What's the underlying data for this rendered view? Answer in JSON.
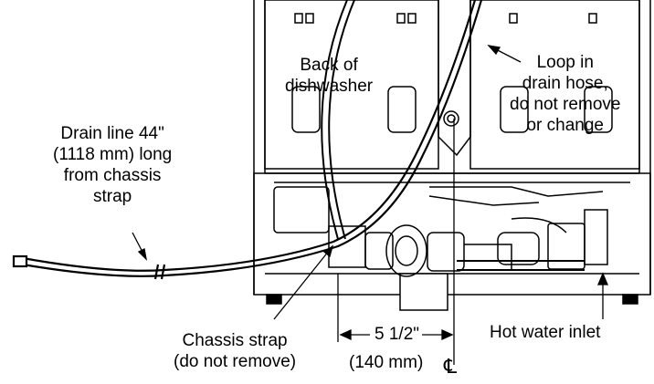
{
  "labels": {
    "back_of_dishwasher": [
      "Back of",
      "dishwasher"
    ],
    "loop_in_drain_hose": [
      "Loop in",
      "drain hose,",
      "do not remove",
      "or change"
    ],
    "drain_line": [
      "Drain line 44\"",
      "(1118 mm) long",
      "from chassis",
      "strap"
    ],
    "chassis_strap": [
      "Chassis strap",
      "(do not remove)"
    ],
    "dimension": [
      "5 1/2\"",
      "(140 mm)"
    ],
    "centerline_symbol": "℄",
    "hot_water_inlet": "Hot water inlet"
  },
  "colors": {
    "line": "#000000",
    "background": "#ffffff",
    "shading": "#d9d9d9"
  }
}
